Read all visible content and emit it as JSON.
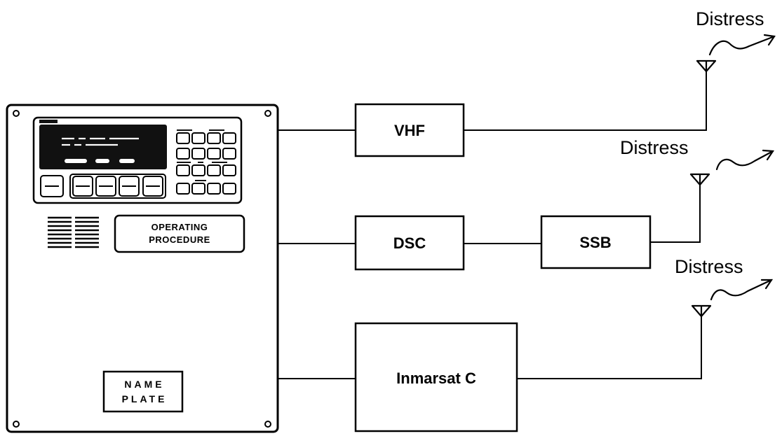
{
  "labels": {
    "distress_1": "Distress",
    "distress_2": "Distress",
    "distress_3": "Distress",
    "vhf": "VHF",
    "dsc": "DSC",
    "ssb": "SSB",
    "inmarsat": "Inmarsat C",
    "operating_line1": "OPERATING",
    "operating_line2": "PROCEDURE",
    "name_line1": "NAME",
    "name_line2": "PLATE"
  },
  "colors": {
    "stroke": "#000000",
    "panel_display": "#111111",
    "background": "#ffffff"
  }
}
